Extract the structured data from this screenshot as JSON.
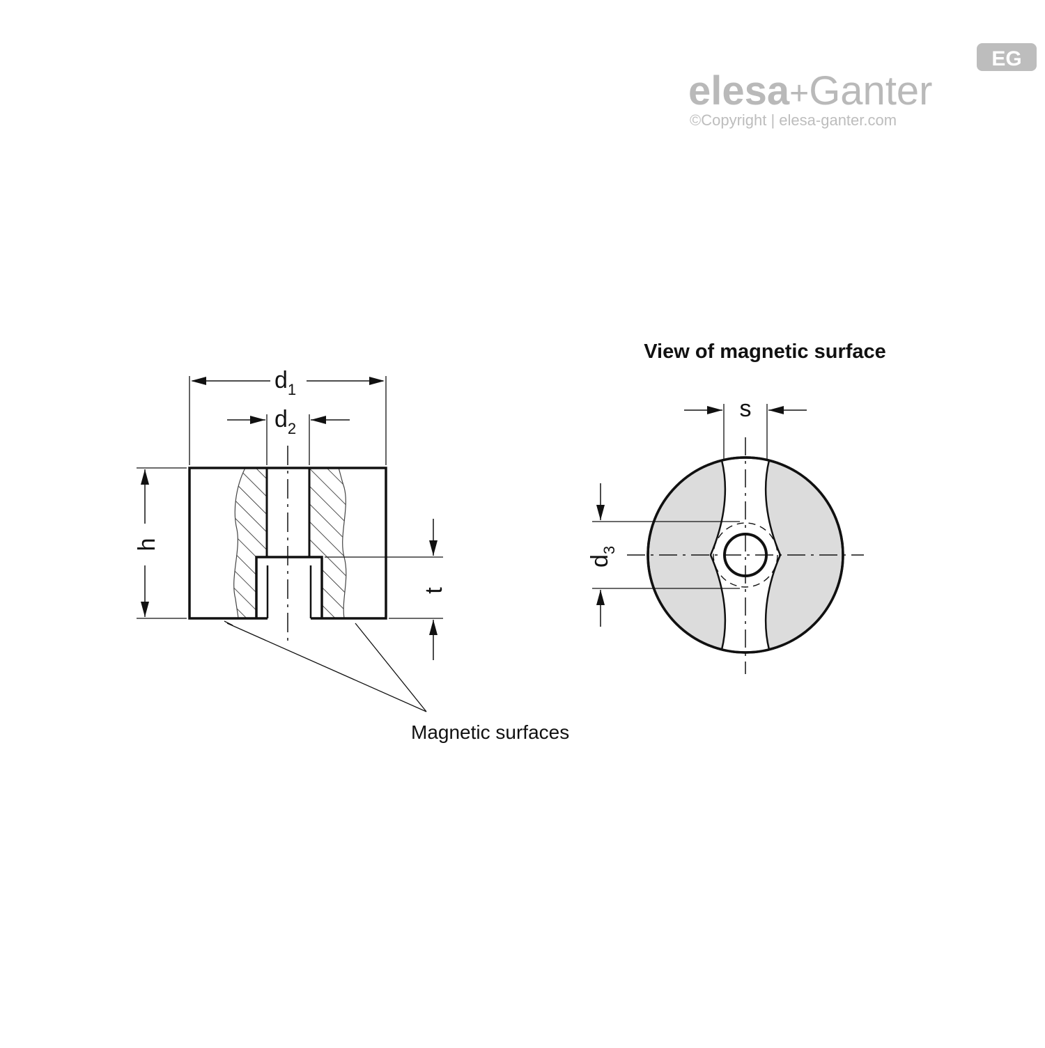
{
  "logo": {
    "badge": "EG",
    "brand_left": "elesa",
    "plus": "+",
    "brand_right": "Ganter",
    "copyright": "©Copyright | elesa-ganter.com"
  },
  "section_view": {
    "label_d1": "d",
    "label_d1_sub": "1",
    "label_d2": "d",
    "label_d2_sub": "2",
    "label_h": "h",
    "label_t": "t"
  },
  "face_view": {
    "title": "View of magnetic surface",
    "label_s": "s",
    "label_d3": "d",
    "label_d3_sub": "3"
  },
  "callout": {
    "text": "Magnetic surfaces"
  },
  "colors": {
    "line": "#111111",
    "surface_fill": "#dcdcdc",
    "logo_grey": "#b9b9b9"
  }
}
